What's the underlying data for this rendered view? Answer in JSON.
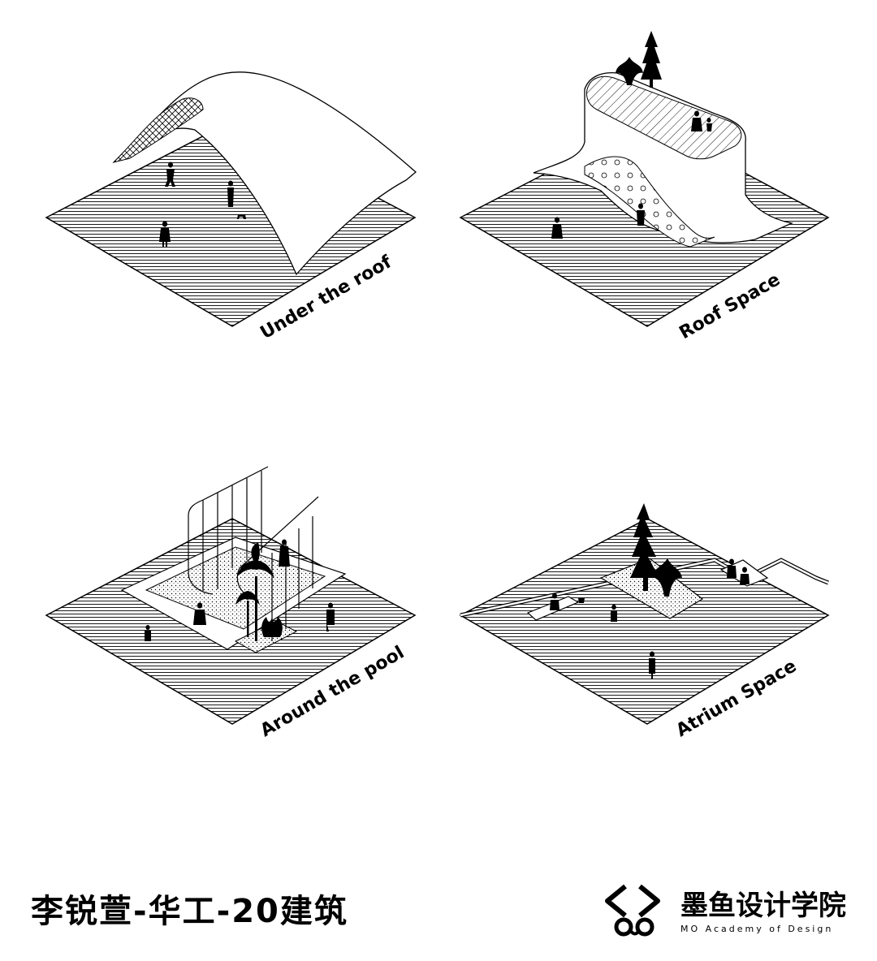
{
  "diagrams": [
    {
      "id": "under-the-roof",
      "label": "Under the roof"
    },
    {
      "id": "roof-space",
      "label": "Roof Space"
    },
    {
      "id": "around-the-pool",
      "label": "Around the pool"
    },
    {
      "id": "atrium-space",
      "label": "Atrium Space"
    }
  ],
  "footer": {
    "title": "李锐萱-华工-20建筑"
  },
  "logo": {
    "name": "墨鱼设计学院",
    "subtitle": "MO Academy of Design"
  }
}
